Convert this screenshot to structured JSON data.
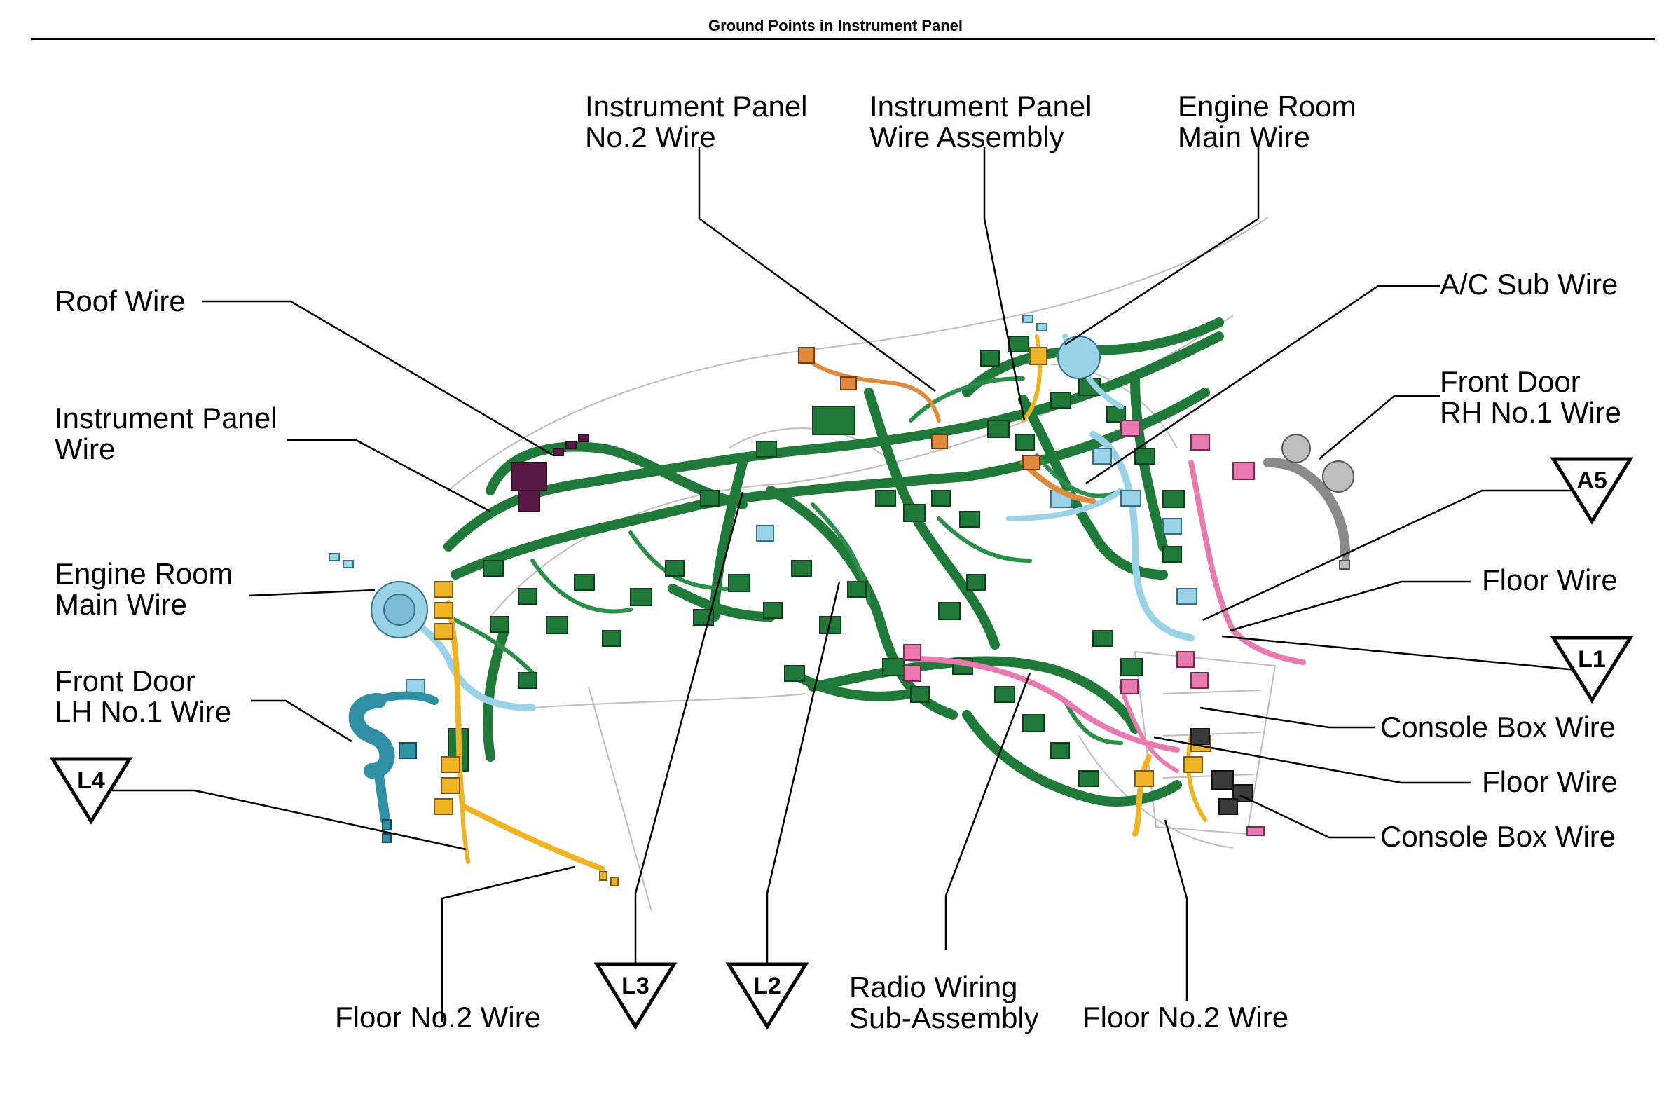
{
  "title": "Ground Points in Instrument Panel",
  "colors": {
    "harness_main": "#1f7a3a",
    "harness_light_blue": "#9ad3e8",
    "harness_yellow": "#f0b323",
    "harness_pink": "#e87ab0",
    "harness_purple": "#5a1a46",
    "harness_teal": "#2f8fa4",
    "harness_orange": "#e08a3c",
    "harness_gray": "#8a8a8a",
    "leader_line": "#000000"
  },
  "labels": {
    "roof_wire": [
      "Roof Wire"
    ],
    "instrument_panel_wire": [
      "Instrument Panel",
      "Wire"
    ],
    "engine_room_main_wire_left": [
      "Engine Room",
      "Main Wire"
    ],
    "front_door_lh": [
      "Front Door",
      "LH No.1 Wire"
    ],
    "floor_no2_wire_left": [
      "Floor No.2 Wire"
    ],
    "instrument_panel_no2_wire": [
      "Instrument Panel",
      "No.2 Wire"
    ],
    "instrument_panel_wire_assembly": [
      "Instrument Panel",
      "Wire Assembly"
    ],
    "engine_room_main_wire_top": [
      "Engine Room",
      "Main Wire"
    ],
    "ac_sub_wire": [
      "A/C Sub Wire"
    ],
    "front_door_rh": [
      "Front Door",
      "RH No.1 Wire"
    ],
    "floor_wire_upper": [
      "Floor Wire"
    ],
    "console_box_wire_upper": [
      "Console Box Wire"
    ],
    "floor_wire_lower": [
      "Floor Wire"
    ],
    "console_box_wire_lower": [
      "Console Box Wire"
    ],
    "radio_wiring": [
      "Radio Wiring",
      "Sub-Assembly"
    ],
    "floor_no2_wire_right": [
      "Floor No.2 Wire"
    ]
  },
  "ground_points": [
    "L4",
    "L3",
    "L2",
    "A5",
    "L1"
  ]
}
